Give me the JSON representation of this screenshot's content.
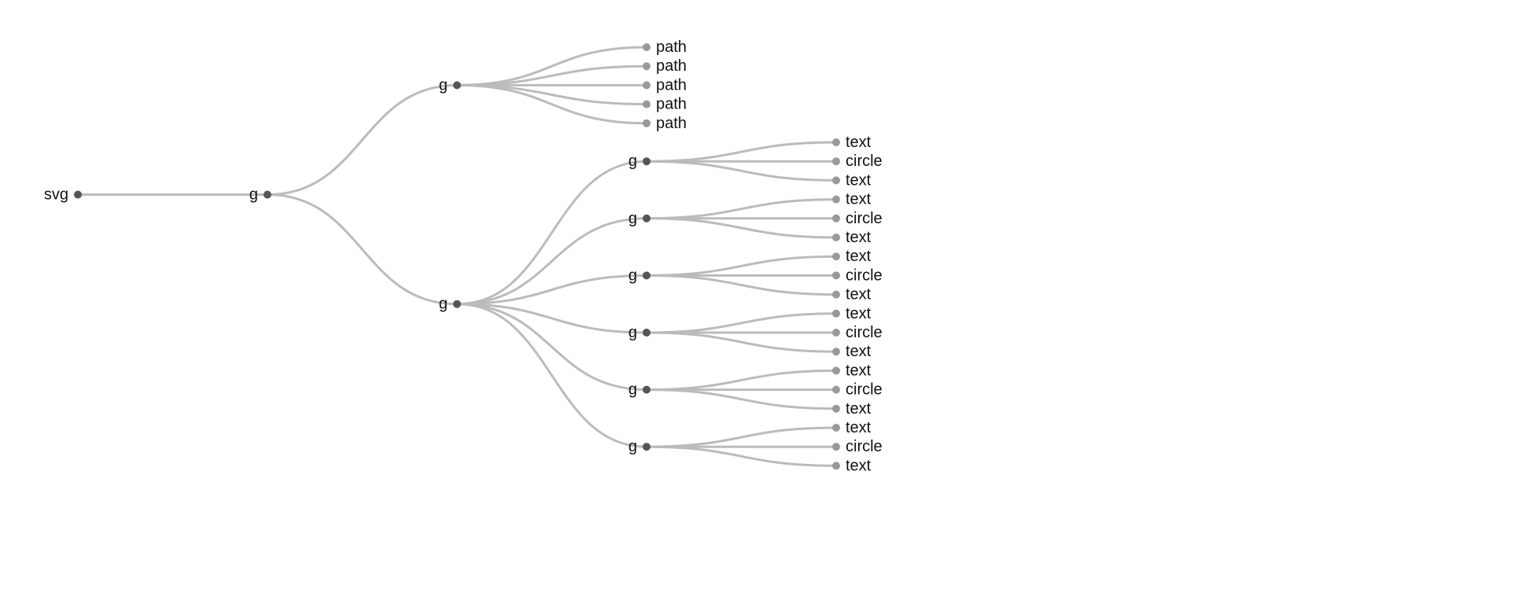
{
  "colors": {
    "link": "#bbbbbb",
    "internal_node": "#555555",
    "leaf_node": "#999999",
    "label_text": "#111111"
  },
  "tree": {
    "name": "svg",
    "children": [
      {
        "name": "g",
        "children": [
          {
            "name": "g",
            "children": [
              {
                "name": "path"
              },
              {
                "name": "path"
              },
              {
                "name": "path"
              },
              {
                "name": "path"
              },
              {
                "name": "path"
              }
            ]
          },
          {
            "name": "g",
            "children": [
              {
                "name": "g",
                "children": [
                  {
                    "name": "text"
                  },
                  {
                    "name": "circle"
                  },
                  {
                    "name": "text"
                  }
                ]
              },
              {
                "name": "g",
                "children": [
                  {
                    "name": "text"
                  },
                  {
                    "name": "circle"
                  },
                  {
                    "name": "text"
                  }
                ]
              },
              {
                "name": "g",
                "children": [
                  {
                    "name": "text"
                  },
                  {
                    "name": "circle"
                  },
                  {
                    "name": "text"
                  }
                ]
              },
              {
                "name": "g",
                "children": [
                  {
                    "name": "text"
                  },
                  {
                    "name": "circle"
                  },
                  {
                    "name": "text"
                  }
                ]
              },
              {
                "name": "g",
                "children": [
                  {
                    "name": "text"
                  },
                  {
                    "name": "circle"
                  },
                  {
                    "name": "text"
                  }
                ]
              },
              {
                "name": "g",
                "children": [
                  {
                    "name": "text"
                  },
                  {
                    "name": "circle"
                  },
                  {
                    "name": "text"
                  }
                ]
              }
            ]
          }
        ]
      }
    ]
  }
}
